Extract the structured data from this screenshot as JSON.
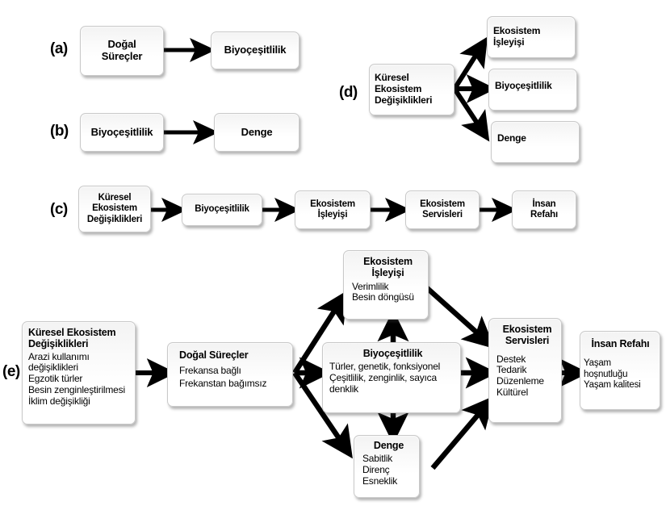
{
  "figure": {
    "panels": [
      {
        "letter": "(a)",
        "nodes": [
          {
            "name": "dogal-surecler",
            "title": "Doğal\nSüreçler"
          },
          {
            "name": "biyocesitlilik",
            "title": "Biyoçeşitlilik"
          }
        ]
      },
      {
        "letter": "(b)",
        "nodes": [
          {
            "name": "biyocesitlilik",
            "title": "Biyoçeşitlilik"
          },
          {
            "name": "denge",
            "title": "Denge"
          }
        ]
      },
      {
        "letter": "(c)",
        "nodes": [
          {
            "name": "kuresel-ekosistem-degisiklikleri",
            "title": "Küresel\nEkosistem\nDeğişiklikleri"
          },
          {
            "name": "biyocesitlilik",
            "title": "Biyoçeşitlilik"
          },
          {
            "name": "ekosistem-isleyisi",
            "title": "Ekosistem\nİşleyişi"
          },
          {
            "name": "ekosistem-servisleri",
            "title": "Ekosistem\nServisleri"
          },
          {
            "name": "insan-refahi",
            "title": "İnsan\nRefahı"
          }
        ]
      },
      {
        "letter": "(d)",
        "nodes": [
          {
            "name": "kuresel-ekosistem-degisiklikleri",
            "title": "Küresel\nEkosistem\nDeğişiklikleri"
          },
          {
            "name": "ekosistem-isleyisi",
            "title": "Ekosistem\nİşleyişi"
          },
          {
            "name": "biyocesitlilik",
            "title": "Biyoçeşitlilik"
          },
          {
            "name": "denge",
            "title": "Denge"
          }
        ]
      },
      {
        "letter": "(e)",
        "nodes": [
          {
            "name": "kuresel-ekosistem-degisiklikleri",
            "title": "Küresel Ekosistem\nDeğişiklikleri",
            "items": "Arazi kullanımı\ndeğişiklikleri\nEgzotik türler\nBesin zenginleştirilmesi\nİklim değişikliği"
          },
          {
            "name": "dogal-surecler",
            "title": "Doğal Süreçler",
            "items": "Frekansa bağlı\nFrekanstan bağımsız"
          },
          {
            "name": "ekosistem-isleyisi",
            "title": "Ekosistem\nİşleyişi",
            "items": "Verimlilik\nBesin döngüsü"
          },
          {
            "name": "biyocesitlilik",
            "title": "Biyoçeşitlilik",
            "items": "Türler, genetik, fonksiyonel\nÇeşitlilik, zenginlik, sayıca\ndenklik"
          },
          {
            "name": "denge",
            "title": "Denge",
            "items": "Sabitlik\nDirenç\nEsneklik"
          },
          {
            "name": "ekosistem-servisleri",
            "title": "Ekosistem\nServisleri",
            "items": "Destek\nTedarik\nDüzenleme\nKültürel"
          },
          {
            "name": "insan-refahi",
            "title": "İnsan Refahı",
            "items": "Yaşam hoşnutluğu\nYaşam kalitesi"
          }
        ]
      }
    ],
    "colors": {
      "box_border": "#c9c9c9",
      "box_fill_top": "#f3f3f3",
      "box_fill_bottom": "#ffffff",
      "arrow": "#000000",
      "text": "#000000",
      "background": "#ffffff"
    }
  }
}
